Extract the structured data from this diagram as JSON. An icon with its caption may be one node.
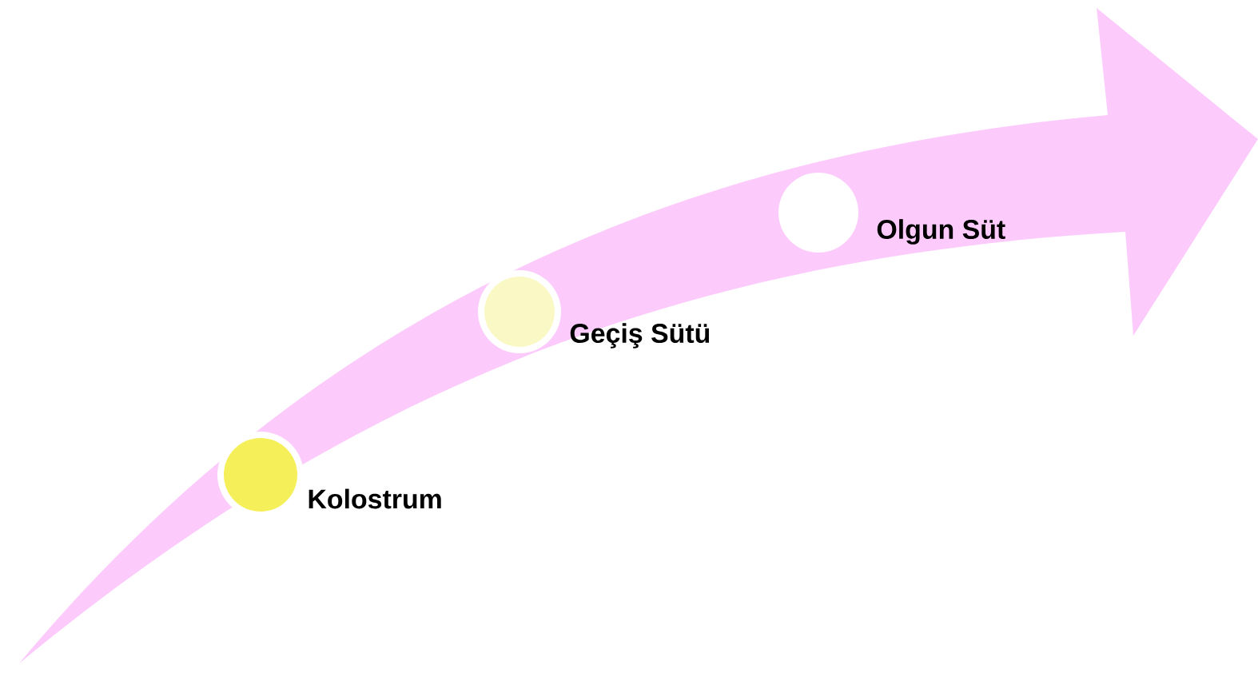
{
  "diagram": {
    "nodes": [
      {
        "text": [
          "Kolostrum"
        ]
      },
      {
        "text": [
          "Geçiş Sütü"
        ]
      },
      {
        "text": [
          "Olgun Süt"
        ]
      }
    ],
    "edges": []
  }
}
